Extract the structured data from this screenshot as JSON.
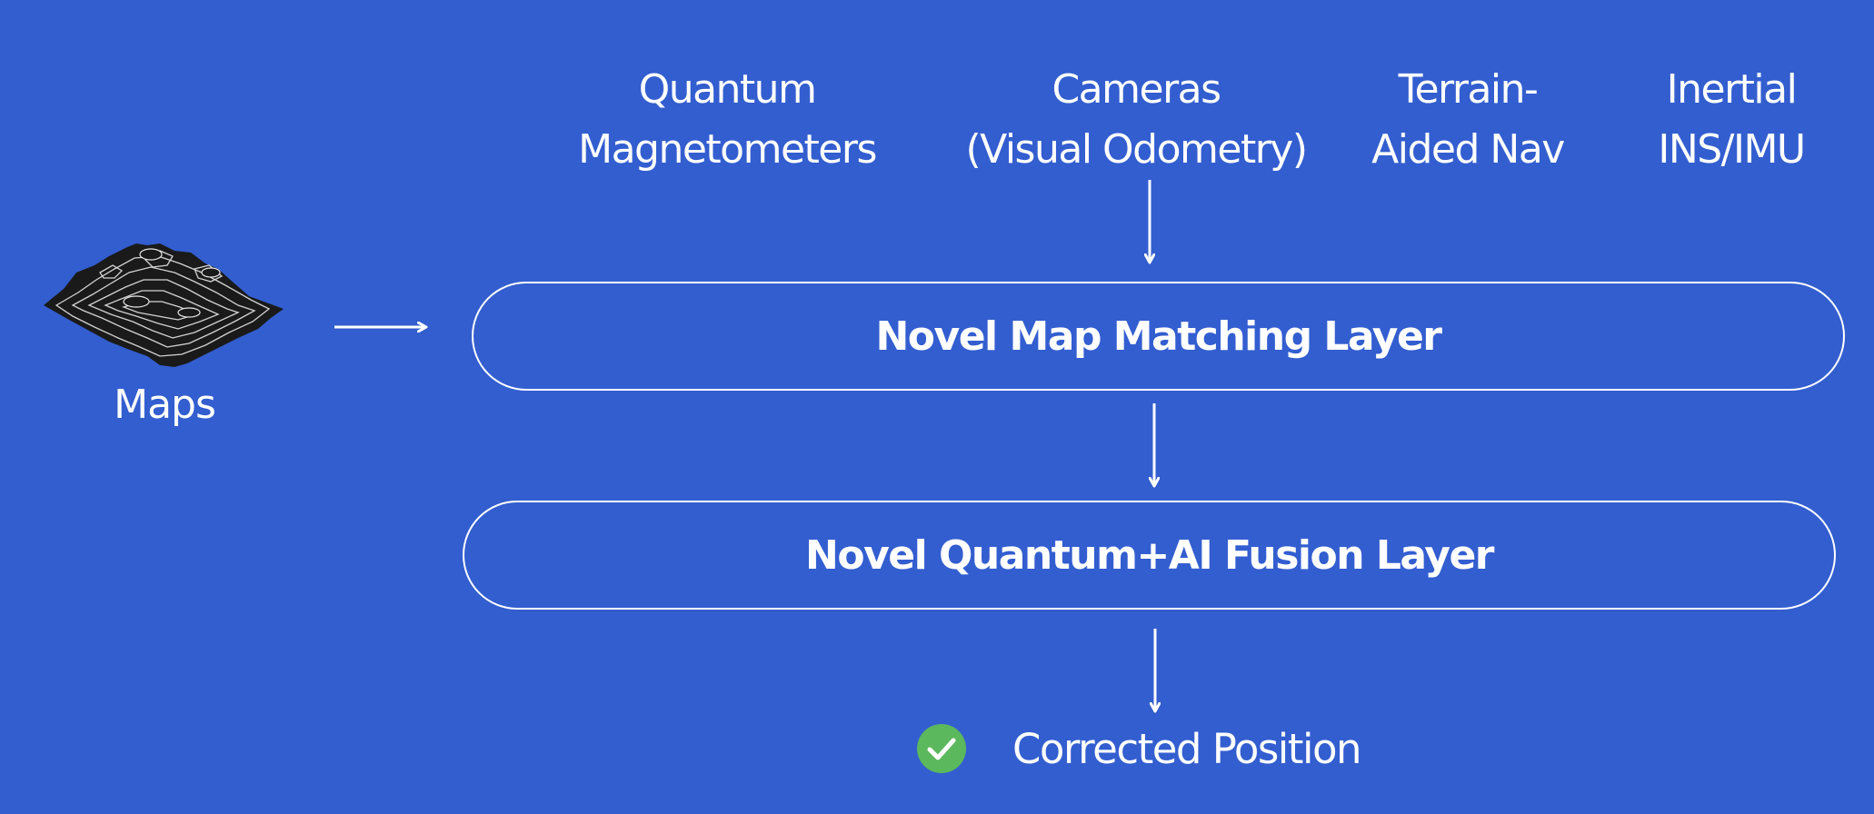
{
  "sensors": [
    {
      "line1": "Quantum",
      "line2": "Magnetometers"
    },
    {
      "line1": "Cameras",
      "line2": "(Visual Odometry)"
    },
    {
      "line1": "Terrain-",
      "line2": "Aided Nav"
    },
    {
      "line1": "Inertial",
      "line2": "INS/IMU"
    }
  ],
  "maps": {
    "label": "Maps",
    "icon": "terrain-map-icon"
  },
  "layers": {
    "map_matching": "Novel Map Matching Layer",
    "fusion": "Novel Quantum+AI Fusion Layer"
  },
  "output": {
    "label": "Corrected Position",
    "icon": "check-circle-icon"
  },
  "colors": {
    "background": "#335ed0",
    "foreground": "#ffffff",
    "check": "#5cb85c",
    "terrain": "#1a1a1a"
  }
}
